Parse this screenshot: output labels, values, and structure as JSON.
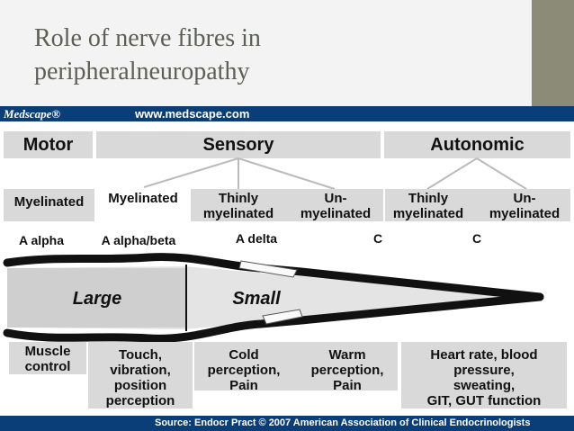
{
  "slide": {
    "title_line1": "Role of nerve fibres in",
    "title_line2": "peripheralneuropathy"
  },
  "figure": {
    "brand": "Medscape®",
    "url": "www.medscape.com",
    "source": "Source: Endocr Pract © 2007 American Association of Clinical Endocrinologists",
    "categories": {
      "motor": "Motor",
      "sensory": "Sensory",
      "autonomic": "Autonomic"
    },
    "subtypes": {
      "motor_myelinated": "Myelinated",
      "sensory_myelinated": "Myelinated",
      "sensory_thin_1": "Thinly",
      "sensory_thin_2": "myelinated",
      "sensory_un_1": "Un-",
      "sensory_un_2": "myelinated",
      "auto_thin_1": "Thinly",
      "auto_thin_2": "myelinated",
      "auto_un_1": "Un-",
      "auto_un_2": "myelinated"
    },
    "fibre_types": [
      "A alpha",
      "A alpha/beta",
      "A delta",
      "C",
      "C"
    ],
    "nerve_labels": {
      "large": "Large",
      "small": "Small"
    },
    "functions": {
      "motor": [
        "Muscle",
        "control"
      ],
      "touch": [
        "Touch,",
        "vibration,",
        "position",
        "perception"
      ],
      "cold": [
        "Cold",
        "perception,",
        "Pain"
      ],
      "warm": [
        "Warm",
        "perception,",
        "Pain"
      ],
      "autonomic": [
        "Heart rate, blood",
        "pressure,",
        "sweating,",
        "GIT, GUT function"
      ]
    },
    "colors": {
      "banner": "#0a3e78",
      "box": "#d9d9d9",
      "title": "#5b5f56",
      "side_bar": "#8c8b78"
    }
  }
}
